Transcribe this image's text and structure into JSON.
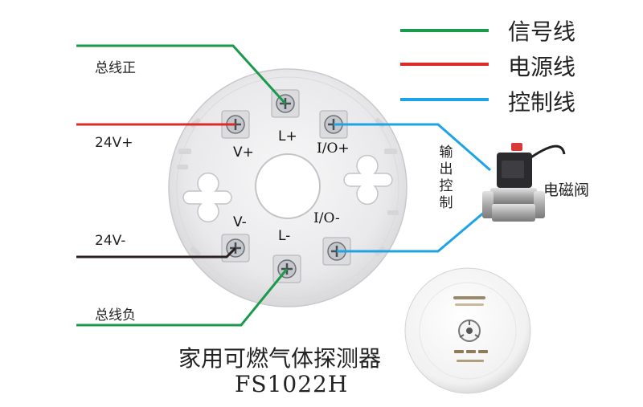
{
  "legend": [
    {
      "label": "信号线",
      "color": "#1a9a4a"
    },
    {
      "label": "电源线",
      "color": "#e02828"
    },
    {
      "label": "控制线",
      "color": "#1ea3e6"
    }
  ],
  "wires": {
    "bus_positive": "总线正",
    "power_positive": "24V+",
    "power_negative": "24V-",
    "bus_negative": "总线负"
  },
  "terminals": {
    "l_plus": "L+",
    "v_plus": "V+",
    "io_plus": "I/O+",
    "v_minus": "V-",
    "l_minus": "L-",
    "io_minus": "I/O-"
  },
  "output_control": "输出控制",
  "solenoid_valve": "电磁阀",
  "product": {
    "name": "家用可燃气体探测器",
    "model": "FS1022H"
  },
  "colors": {
    "signal": "#1a9a4a",
    "power": "#e02828",
    "ground": "#2a2020",
    "control": "#1ea3e6",
    "base_plate": "#ececee"
  }
}
